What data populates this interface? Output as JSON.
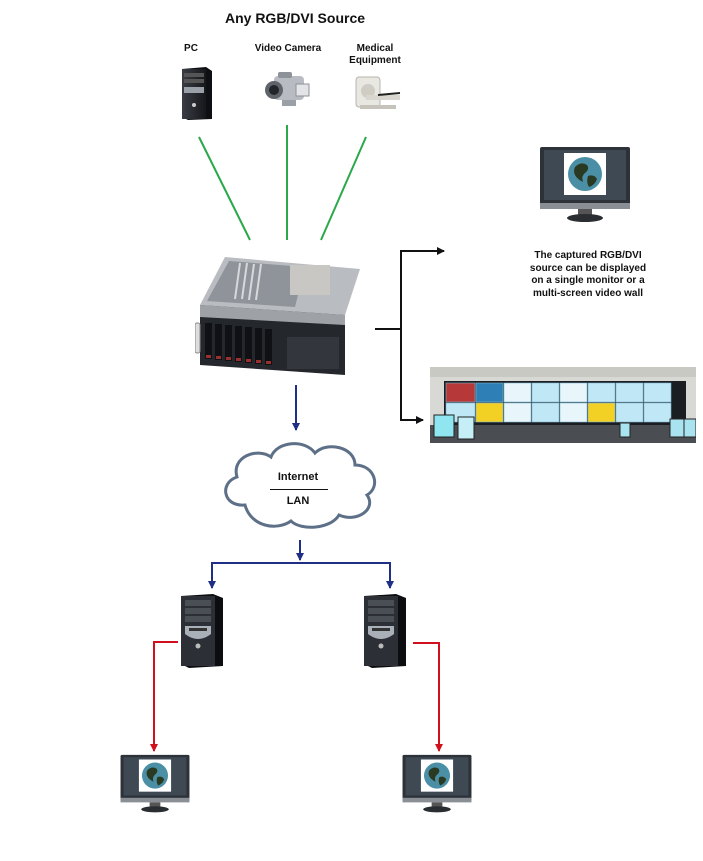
{
  "title": "Any RGB/DVI Source",
  "sources": [
    {
      "label": "PC",
      "icon": "desktop-tower-icon"
    },
    {
      "label": "Video Camera",
      "icon": "video-camera-icon"
    },
    {
      "label": "Medical Equipment",
      "label_lines": [
        "Medical",
        "Equipment"
      ],
      "icon": "medical-scanner-icon"
    }
  ],
  "capture_server": {
    "icon": "rack-server-icon"
  },
  "outputs": {
    "caption_lines": [
      "The captured RGB/DVI",
      "source can be displayed",
      "on a single monitor or a",
      "multi-screen video wall"
    ],
    "single_monitor": {
      "icon": "monitor-globe-icon"
    },
    "video_wall": {
      "icon": "video-wall-icon"
    }
  },
  "network": {
    "top_label": "Internet",
    "bottom_label": "LAN",
    "icon": "cloud-icon"
  },
  "clients": [
    {
      "computer_icon": "desktop-tower-icon",
      "monitor_icon": "monitor-globe-icon"
    },
    {
      "computer_icon": "desktop-tower-icon",
      "monitor_icon": "monitor-globe-icon"
    }
  ],
  "colors": {
    "source_link": "#2aa84a",
    "display_link": "#111111",
    "network_link": "#1f2f86",
    "client_link": "#d0101c"
  }
}
